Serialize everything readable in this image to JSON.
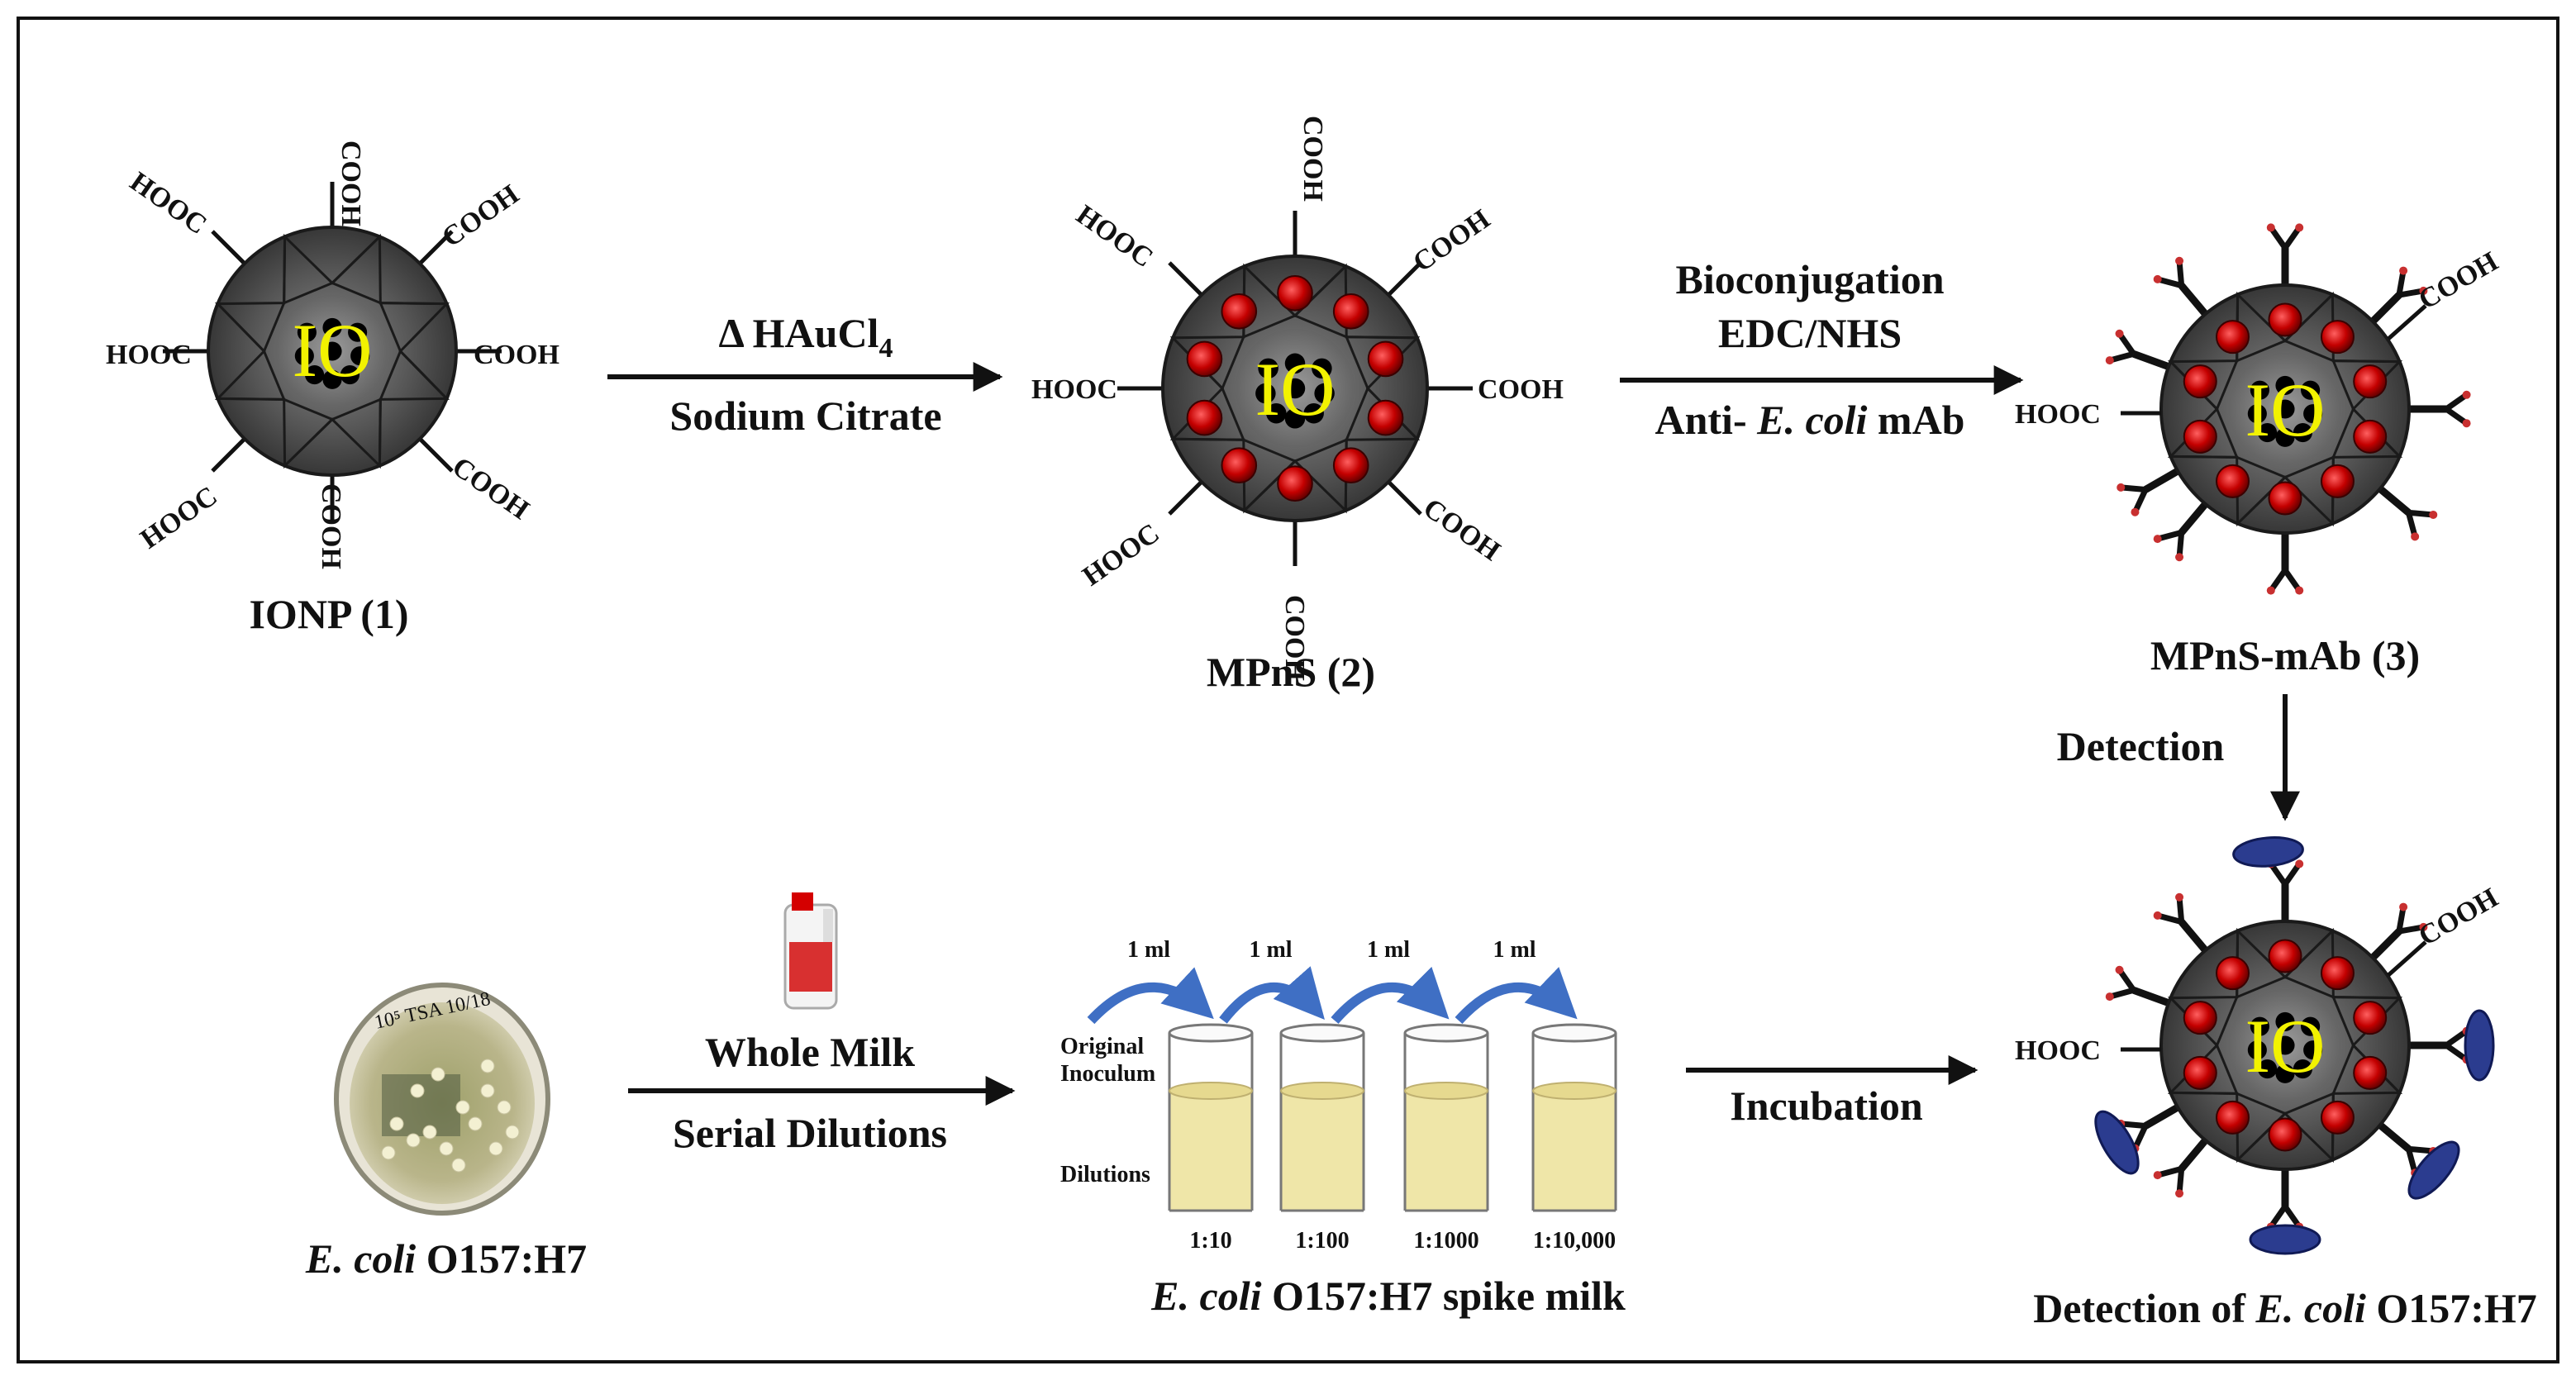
{
  "colors": {
    "frame": "#111111",
    "shell": "#4a4a4a",
    "core": "#6b6b6b",
    "gold_np": "#c40000",
    "io_text": "#f2f200",
    "bacteria": "#2b3c8f",
    "arrow_blue": "#3f6fc4",
    "milk": "#efe6a8"
  },
  "groups": {
    "hooc": "HOOC",
    "cooh": "COOH",
    "io": "IO"
  },
  "particles": {
    "ionp": "IONP (1)",
    "mpns": "MPnS (2)",
    "mpns_mab": "MPnS-mAb (3)",
    "detection_prefix": "Detection of ",
    "detection_italic": "E. coli",
    "detection_suffix": " O157:H7"
  },
  "arrows": {
    "step1_symbol": "Δ HAuCl",
    "step1_sub": "4",
    "step1_bottom": "Sodium Citrate",
    "step2_top1": "Bioconjugation",
    "step2_top2": "EDC/NHS",
    "step2_bottom_prefix": "Anti- ",
    "step2_bottom_italic": "E. coli",
    "step2_bottom_suffix": " mAb",
    "detection": "Detection",
    "milk_top": "Whole Milk",
    "milk_bottom": "Serial Dilutions",
    "incubation": "Incubation"
  },
  "dilution": {
    "transfer": "1 ml",
    "original_line1": "Original",
    "original_line2": "Inoculum",
    "dilutions_label": "Dilutions",
    "ratios": [
      "1:10",
      "1:100",
      "1:1000",
      "1:10,000"
    ]
  },
  "plate": {
    "annotation": "10⁵ TSA 10/18",
    "caption_italic": "E. coli",
    "caption_suffix": " O157:H7"
  },
  "spike": {
    "caption_italic": "E. coli",
    "caption_suffix": " O157:H7 spike milk"
  }
}
